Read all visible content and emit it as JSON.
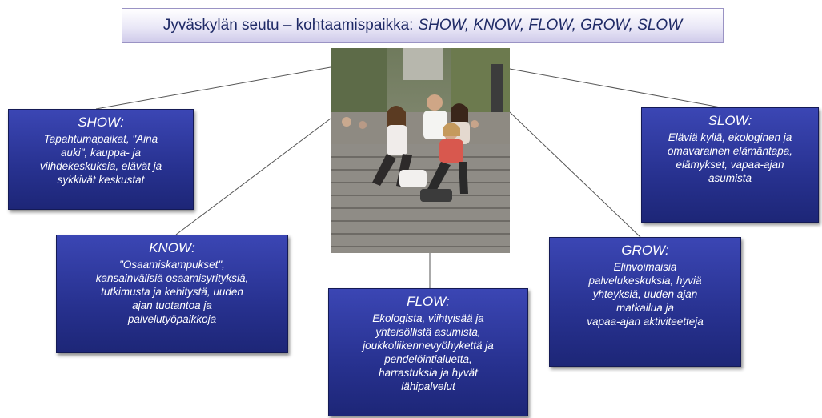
{
  "title": {
    "prefix": "Jyväskylän seutu – kohtaamispaikka:",
    "keywords": "SHOW, KNOW, FLOW, GROW, SLOW"
  },
  "photo": {
    "subject": "people sitting on stone steps in a town square"
  },
  "nodes": [
    {
      "id": "show",
      "heading": "SHOW:",
      "lines": [
        "Tapahtumapaikat, \"Aina",
        "auki\", kauppa- ja",
        "viihdekeskuksia, elävät ja",
        "sykkivät keskustat"
      ]
    },
    {
      "id": "know",
      "heading": "KNOW:",
      "lines": [
        "\"Osaamiskampukset\",",
        "kansainvälisiä osaamisyrityksiä,",
        "tutkimusta ja kehitystä, uuden",
        "ajan tuotantoa ja",
        "palvelutyöpaikkoja"
      ]
    },
    {
      "id": "flow",
      "heading": "FLOW:",
      "lines": [
        "Ekologista, viihtyisää ja",
        "yhteisöllistä asumista,",
        "joukkoliikennevyöhykettä ja",
        "pendelöintialuetta,",
        "harrastuksia ja hyvät",
        "lähipalvelut"
      ]
    },
    {
      "id": "grow",
      "heading": "GROW:",
      "lines": [
        "Elinvoimaisia",
        "palvelukeskuksia, hyviä",
        "yhteyksiä, uuden ajan",
        "matkailua ja",
        "vapaa-ajan aktiviteetteja"
      ]
    },
    {
      "id": "slow",
      "heading": "SLOW:",
      "lines": [
        "Eläviä kyliä, ekologinen ja",
        "omavarainen elämäntapa,",
        "elämykset, vapaa-ajan",
        "asumista"
      ]
    }
  ],
  "colors": {
    "node_fill": "#2a3396",
    "node_text": "#ffffff",
    "title_text": "#1f2a66",
    "connector": "#555555"
  }
}
